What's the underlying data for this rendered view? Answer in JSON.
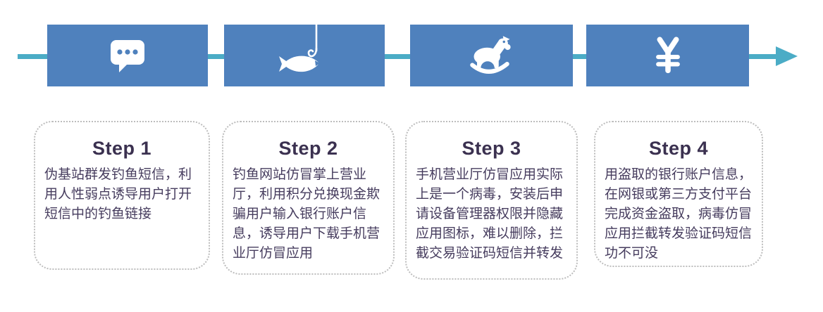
{
  "diagram": {
    "type": "process-flow",
    "direction": "left-to-right",
    "colors": {
      "step_box_blue": "#4F81BD",
      "arrow_teal": "#4BACC6",
      "title_text": "#3B3150",
      "body_text": "#463C5E",
      "card_border_gray": "#BDBDBD",
      "icon_white": "#FFFFFF"
    },
    "steps": [
      {
        "title": "Step 1",
        "icon": "sms-chat-bubble-icon",
        "description": "伪基站群发钓鱼短信，利用人性弱点诱导用户打开短信中的钓鱼链接"
      },
      {
        "title": "Step 2",
        "icon": "phishing-fish-hook-icon",
        "description": "钓鱼网站仿冒掌上营业厅，利用积分兑换现金欺骗用户输入银行账户信息，诱导用户下载手机营业厅仿冒应用"
      },
      {
        "title": "Step 3",
        "icon": "trojan-rocking-horse-icon",
        "description": "手机营业厅仿冒应用实际上是一个病毒，安装后申请设备管理器权限并隐藏应用图标，难以删除，拦截交易验证码短信并转发"
      },
      {
        "title": "Step 4",
        "icon": "yuan-currency-icon",
        "description": "用盗取的银行账户信息，在网银或第三方支付平台完成资金盗取，病毒仿冒应用拦截转发验证码短信功不可没"
      }
    ]
  }
}
